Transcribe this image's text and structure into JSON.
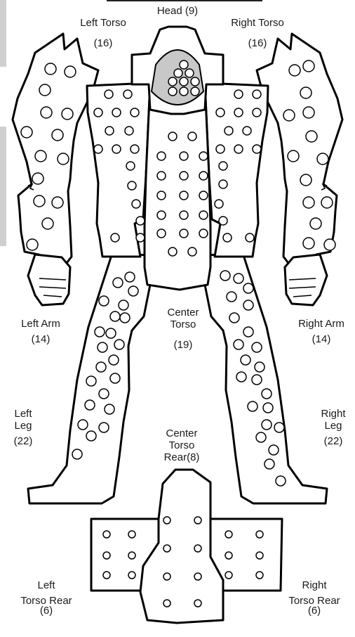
{
  "labels": {
    "head": {
      "name": "Head",
      "count": "(9)"
    },
    "left_torso": {
      "name": "Left Torso",
      "count": "(16)"
    },
    "right_torso": {
      "name": "Right Torso",
      "count": "(16)"
    },
    "center_torso": {
      "line1": "Center",
      "line2": "Torso",
      "count": "(19)"
    },
    "left_arm": {
      "name": "Left Arm",
      "count": "(14)"
    },
    "right_arm": {
      "name": "Right Arm",
      "count": "(14)"
    },
    "left_leg": {
      "line1": "Left",
      "line2": "Leg",
      "count": "(22)"
    },
    "right_leg": {
      "line1": "Right",
      "line2": "Leg",
      "count": "(22)"
    },
    "center_torso_rear": {
      "line1": "Center",
      "line2": "Torso",
      "line3": "Rear",
      "count": "(8)"
    },
    "left_torso_rear": {
      "line1": "Left",
      "line2": "Torso Rear",
      "count": "(6)"
    },
    "right_torso_rear": {
      "line1": "Right",
      "line2": "Torso Rear",
      "count": "(6)"
    }
  },
  "colors": {
    "outline": "#000000",
    "fill": "#ffffff",
    "cockpit": "#c8c8c8",
    "tab": "#cfcfcf"
  }
}
